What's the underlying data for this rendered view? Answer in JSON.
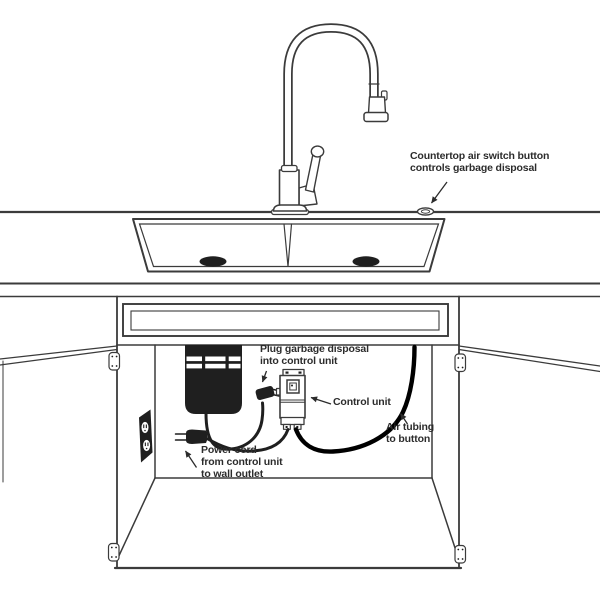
{
  "colors": {
    "background": "#ffffff",
    "line": "#3b3b3b",
    "dark": "#1f1f1f",
    "tubing": "#000000",
    "text": "#2c2c2c"
  },
  "annotations": {
    "air_switch": "Countertop air switch button\ncontrols garbage disposal",
    "plug_disposal": "Plug garbage disposal\ninto control unit",
    "control_unit": "Control unit",
    "air_tubing": "Air tubing\nto button",
    "power_cord": "Power cord\nfrom control unit\nto wall outlet"
  }
}
